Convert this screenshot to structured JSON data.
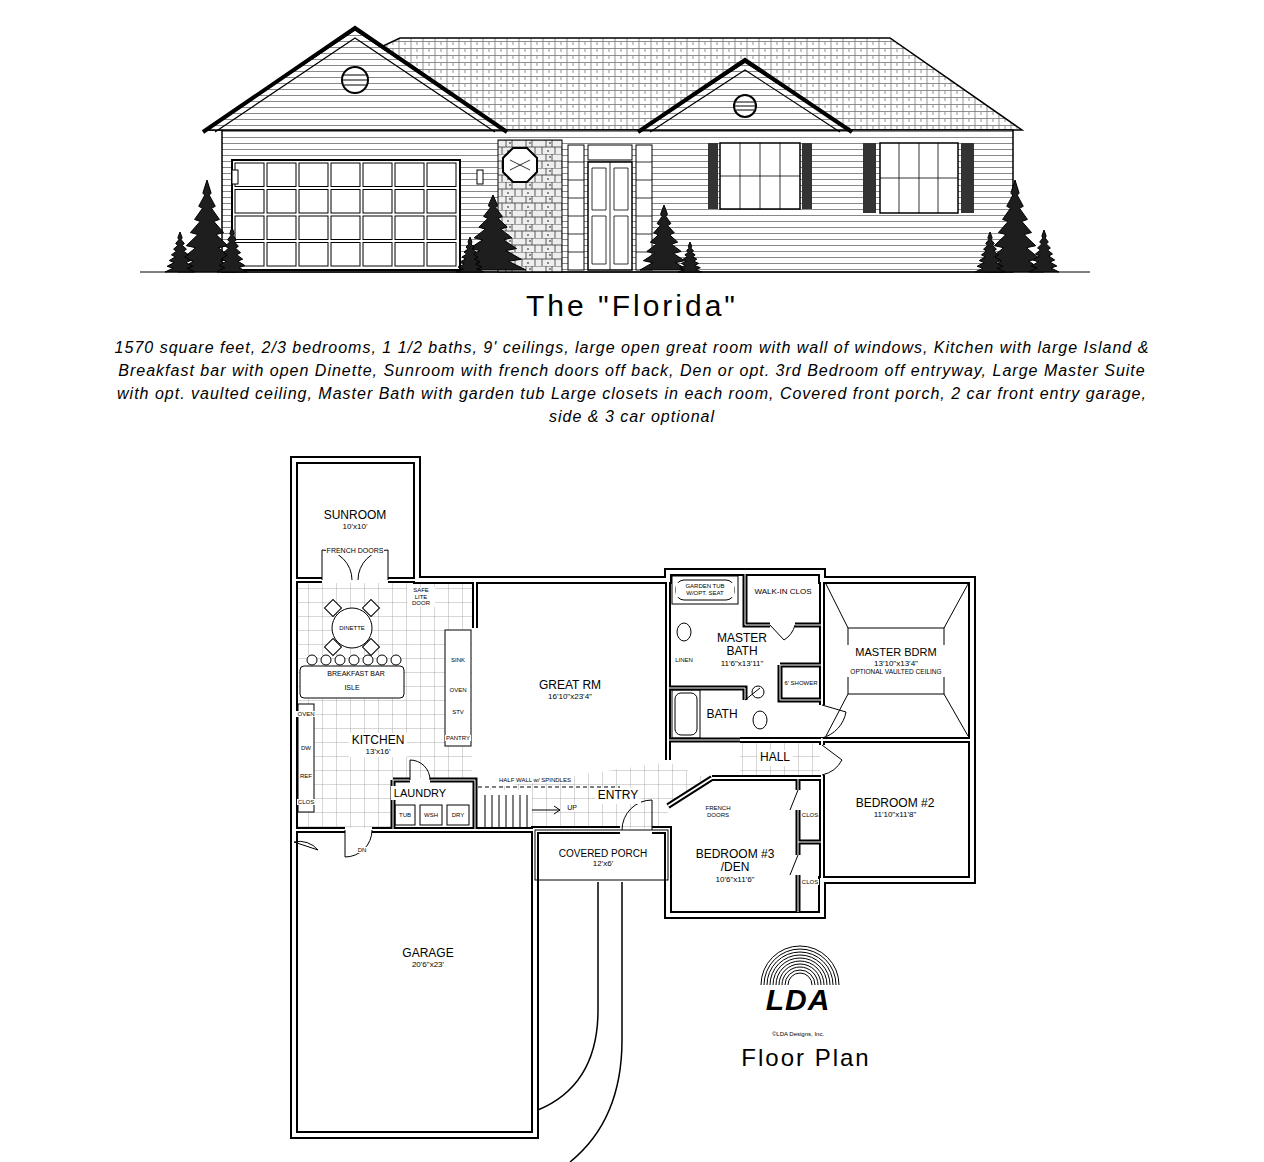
{
  "diagram": {
    "title": "The \"Florida\"",
    "caption": "1570 square feet, 2/3 bedrooms, 1 1/2 baths, 9' ceilings, large open great room with wall of windows, Kitchen with large Island & Breakfast bar with open Dinette, Sunroom with french doors off back, Den or opt. 3rd Bedroom off entryway, Large Master Suite with opt. vaulted ceiling, Master Bath with garden tub Large closets in each room, Covered front porch, 2 car front entry garage, side & 3 car optional",
    "nodes": [
      {
        "text": [
          "SUNROOM",
          "10'x10'"
        ]
      },
      {
        "text": [
          "GREAT RM",
          "16'10\"x23'4\""
        ]
      },
      {
        "text": [
          "WALK-IN CLOS"
        ]
      },
      {
        "text": [
          "MASTER BATH",
          "11'6\"x13'11\""
        ]
      },
      {
        "text": [
          "MASTER BDRM",
          "13'10\"x13'4\"",
          "OPTIONAL VAULTED CEILING"
        ]
      },
      {
        "text": [
          "KITCHEN",
          "13'x16'"
        ]
      },
      {
        "text": [
          "BATH"
        ]
      },
      {
        "text": [
          "HALL"
        ]
      },
      {
        "text": [
          "LAUNDRY"
        ]
      },
      {
        "text": [
          "ENTRY"
        ]
      },
      {
        "text": [
          "BEDROOM #2",
          "11'10\"x11'8\""
        ]
      },
      {
        "text": [
          "BEDROOM #3 /DEN",
          "10'6\"x11'6\""
        ]
      },
      {
        "text": [
          "COVERED PORCH",
          "12'x6'"
        ]
      },
      {
        "text": [
          "GARAGE",
          "20'6\"x23'"
        ]
      }
    ],
    "labels": [
      "FRENCH DOORS",
      "SAFE LITE DOOR",
      "DINETTE",
      "BREAKFAST BAR",
      "ISLE",
      "OVEN",
      "DW",
      "REF",
      "CLOS",
      "SINK",
      "OVEN",
      "STV",
      "PANTRY",
      "TUB",
      "WSH",
      "DRY",
      "HALF WALL w/ SPINDLES",
      "UP",
      "DN",
      "GARDEN TUB W/OPT. SEAT",
      "LINEN",
      "6' SHOWER",
      "FRENCH DOORS",
      "CLOS",
      "CLOS",
      "LDA",
      "©LDA Designs, Inc.",
      "Floor Plan"
    ]
  }
}
